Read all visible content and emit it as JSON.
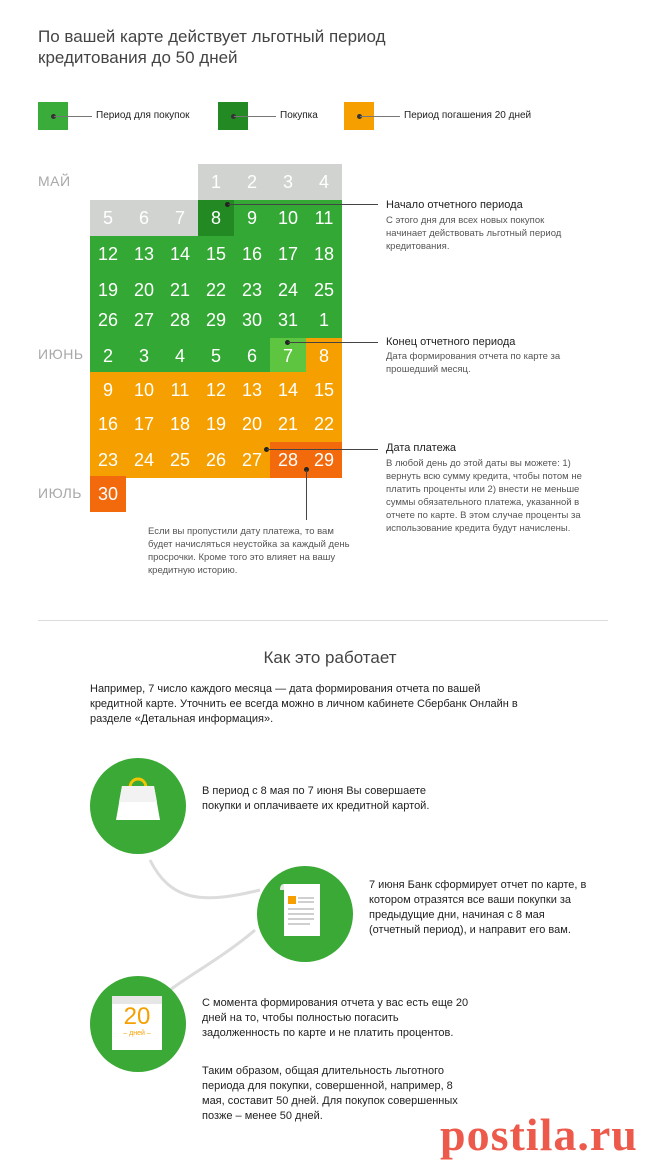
{
  "title": "По вашей карте действует льготный период кредитования до 50 дней",
  "legend": [
    {
      "label": "Период для покупок",
      "color": "#3aac3a"
    },
    {
      "label": "Покупка",
      "color": "#238a23"
    },
    {
      "label": "Период погашения 20 дней",
      "color": "#f5a000"
    }
  ],
  "months": {
    "may": "МАЙ",
    "june": "ИЮНЬ",
    "july": "ИЮЛЬ"
  },
  "calendar": {
    "row1": [
      "1",
      "2",
      "3",
      "4"
    ],
    "row2": [
      "5",
      "6",
      "7",
      "8",
      "9",
      "10",
      "11"
    ],
    "row3": [
      "12",
      "13",
      "14",
      "15",
      "16",
      "17",
      "18"
    ],
    "row4": [
      "19",
      "20",
      "21",
      "22",
      "23",
      "24",
      "25"
    ],
    "row5": [
      "26",
      "27",
      "28",
      "29",
      "30",
      "31",
      "1"
    ],
    "row6": [
      "2",
      "3",
      "4",
      "5",
      "6",
      "7",
      "8"
    ],
    "row7": [
      "9",
      "10",
      "11",
      "12",
      "13",
      "14",
      "15"
    ],
    "row8": [
      "16",
      "17",
      "18",
      "19",
      "20",
      "21",
      "22"
    ],
    "row9": [
      "23",
      "24",
      "25",
      "26",
      "27",
      "28",
      "29"
    ],
    "row10": [
      "30"
    ]
  },
  "notes": {
    "start_title": "Начало отчетного периода",
    "start_text": "С этого дня для всех новых покупок начинает действовать льготный период кредитования.",
    "end_title": "Конец отчетного периода",
    "end_text": "Дата формирования отчета по карте за прошедший месяц.",
    "payment_title": "Дата платежа",
    "payment_text": "В любой день до этой даты вы можете: 1) вернуть всю сумму кредита, чтобы потом не платить проценты или 2) внести не меньше суммы обязательного платежа, указанной в отчете по карте. В этом случае проценты за использование кредита будут начислены.",
    "penalty_text": "Если вы пропустили дату платежа, то вам будет начисляться неустойка за каждый день просрочки. Кроме того это влияет на вашу кредитную историю."
  },
  "how": {
    "heading": "Как это работает",
    "intro": "Например, 7 число каждого месяца — дата формирования отчета по вашей кредитной карте. Уточнить ее всегда можно в личном кабинете Сбербанк Онлайн в разделе «Детальная информация».",
    "step1": "В период с 8 мая по 7 июня Вы совершаете покупки и оплачиваете их кредитной картой.",
    "step2": "7 июня Банк сформирует отчет по карте, в котором отразятся все ваши покупки за предыдущие дни, начиная с 8 мая (отчетный период), и направит его вам.",
    "step3a": "С момента формирования отчета у вас есть еще 20 дней на то, чтобы полностью погасить задолженность по карте и не платить процентов.",
    "step3b": "Таким образом, общая длительность льготного периода для покупки, совершенной, например, 8 мая, составит 50 дней. Для покупок совершенных позже – менее 50 дней.",
    "cal_icon_num": "20",
    "cal_icon_word": "– дней –"
  },
  "watermark": "postila.ru",
  "icons": [
    "shopping-bag-icon",
    "document-icon",
    "calendar-icon"
  ]
}
